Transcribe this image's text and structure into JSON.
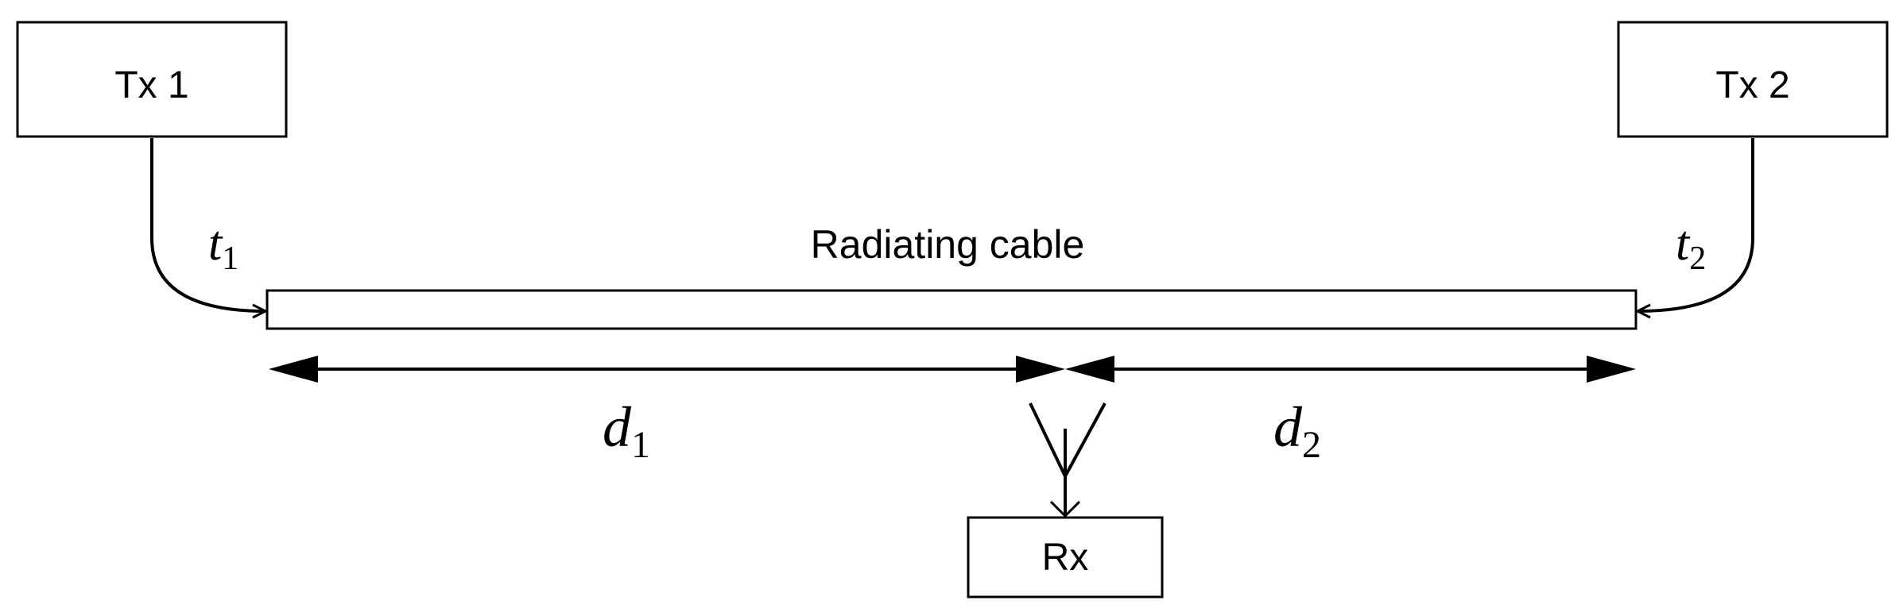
{
  "tx1": {
    "label": "Tx 1"
  },
  "tx2": {
    "label": "Tx 2"
  },
  "rx": {
    "label": "Rx"
  },
  "cable": {
    "label": "Radiating cable"
  },
  "t1": {
    "var": "t",
    "sub": "1"
  },
  "t2": {
    "var": "t",
    "sub": "2"
  },
  "d1": {
    "var": "d",
    "sub": "1"
  },
  "d2": {
    "var": "d",
    "sub": "2"
  }
}
